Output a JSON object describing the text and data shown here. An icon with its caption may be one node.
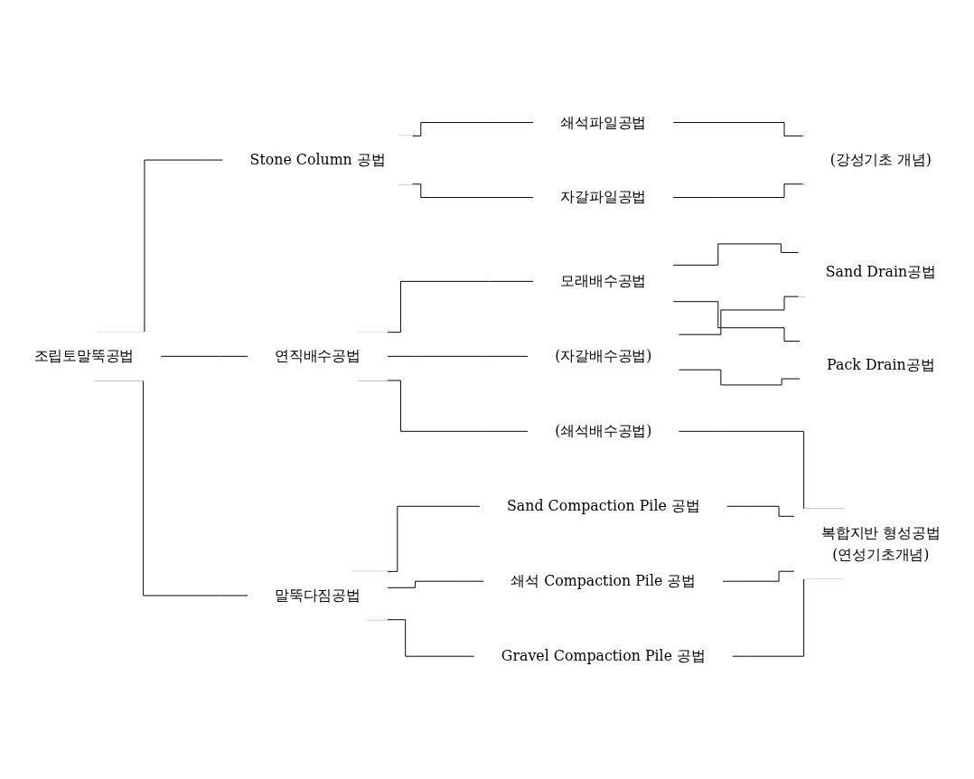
{
  "diagram": {
    "nodes": [
      {
        "text": [
          "조립토말뚝공법"
        ]
      },
      {
        "text": [
          "Stone Column 공법"
        ]
      },
      {
        "text": [
          "연직배수공법"
        ]
      },
      {
        "text": [
          "말뚝다짐공법"
        ]
      },
      {
        "text": [
          "쇄석파일공법"
        ]
      },
      {
        "text": [
          "자갈파일공법"
        ]
      },
      {
        "text": [
          "(강성기초 개념)"
        ]
      },
      {
        "text": [
          "(자갈배수공법)"
        ]
      },
      {
        "text": [
          "(쇄석배수공법)"
        ]
      },
      {
        "text": [
          "모래배수공법"
        ]
      },
      {
        "text": [
          "Sand Drain공법"
        ]
      },
      {
        "text": [
          "Pack Drain공법"
        ]
      },
      {
        "text": [
          "Sand Compaction Pile 공법"
        ]
      },
      {
        "text": [
          "쇄석 Compaction Pile 공법"
        ]
      },
      {
        "text": [
          "Gravel Compaction Pile 공법"
        ]
      },
      {
        "text": [
          "복합지반 형성공법",
          "(연성기초개념)"
        ]
      }
    ],
    "edges": [
      {
        "from": 0,
        "to": 1,
        "arrow": "none"
      },
      {
        "from": 0,
        "to": 2,
        "arrow": "none"
      },
      {
        "from": 0,
        "to": 3,
        "arrow": "none"
      },
      {
        "from": 1,
        "to": 4,
        "arrow": "none"
      },
      {
        "from": 1,
        "to": 5,
        "arrow": "none"
      },
      {
        "from": 4,
        "to": 6,
        "arrow": "none"
      },
      {
        "from": 5,
        "to": 6,
        "arrow": "none"
      },
      {
        "from": 2,
        "to": 7,
        "arrow": "none"
      },
      {
        "from": 2,
        "to": 8,
        "arrow": "none"
      },
      {
        "from": 2,
        "to": 9,
        "arrow": "none"
      },
      {
        "from": 9,
        "to": 10,
        "arrow": "none"
      },
      {
        "from": 9,
        "to": 11,
        "arrow": "none"
      },
      {
        "from": 7,
        "to": 10,
        "arrow": "none"
      },
      {
        "from": 7,
        "to": 11,
        "arrow": "none"
      },
      {
        "from": 3,
        "to": 12,
        "arrow": "none"
      },
      {
        "from": 3,
        "to": 13,
        "arrow": "none"
      },
      {
        "from": 3,
        "to": 14,
        "arrow": "none"
      },
      {
        "from": 8,
        "to": 15,
        "arrow": "none"
      },
      {
        "from": 12,
        "to": 15,
        "arrow": "none"
      },
      {
        "from": 13,
        "to": 15,
        "arrow": "none"
      },
      {
        "from": 14,
        "to": 15,
        "arrow": "none"
      }
    ]
  }
}
